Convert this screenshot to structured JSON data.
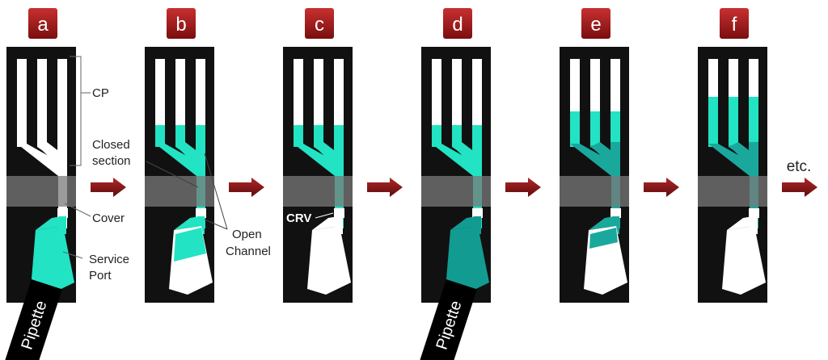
{
  "steps": [
    "a",
    "b",
    "c",
    "d",
    "e",
    "f"
  ],
  "labels": {
    "cp": "CP",
    "closed_section": [
      "Closed",
      "section"
    ],
    "cover": "Cover",
    "service_port": [
      "Service",
      "Port"
    ],
    "open_channel": [
      "Open",
      "Channel"
    ],
    "crv": "CRV",
    "pipette": "Pipette",
    "etc": "etc."
  },
  "colors": {
    "panel": "#111111",
    "fluid": "#22e3c3",
    "fluid_dark": "#129c91",
    "fluid_mid": "#1aa89c",
    "white": "#ffffff",
    "cover_band": "#7a7a7a",
    "step_badge": "#a01818",
    "arrow": "#8f1a1a"
  }
}
